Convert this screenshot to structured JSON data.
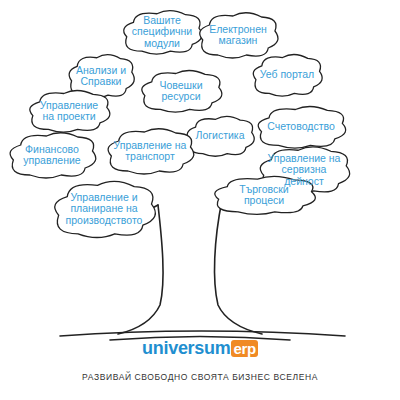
{
  "diagram": {
    "caption": "РАЗВИВАЙ СВОБОДНО СВОЯТА БИЗНЕС ВСЕЛЕНА",
    "nodes": [
      {
        "text": [
          "Вашите специфични модули"
        ]
      },
      {
        "text": [
          "Електронен магазин"
        ]
      },
      {
        "text": [
          "Анализи и Справки"
        ]
      },
      {
        "text": [
          "Човешки ресурси"
        ]
      },
      {
        "text": [
          "Уеб портал"
        ]
      },
      {
        "text": [
          "Управление на проекти"
        ]
      },
      {
        "text": [
          "Счетоводство"
        ]
      },
      {
        "text": [
          "Логистика"
        ]
      },
      {
        "text": [
          "Управление на транспорт"
        ]
      },
      {
        "text": [
          "Финансово управление"
        ]
      },
      {
        "text": [
          "Управление на сервизна дейност"
        ]
      },
      {
        "text": [
          "Търговски процеси"
        ]
      },
      {
        "text": [
          "Управление и планиране на производството"
        ]
      }
    ],
    "labels": [
      "universum",
      "erp"
    ]
  }
}
